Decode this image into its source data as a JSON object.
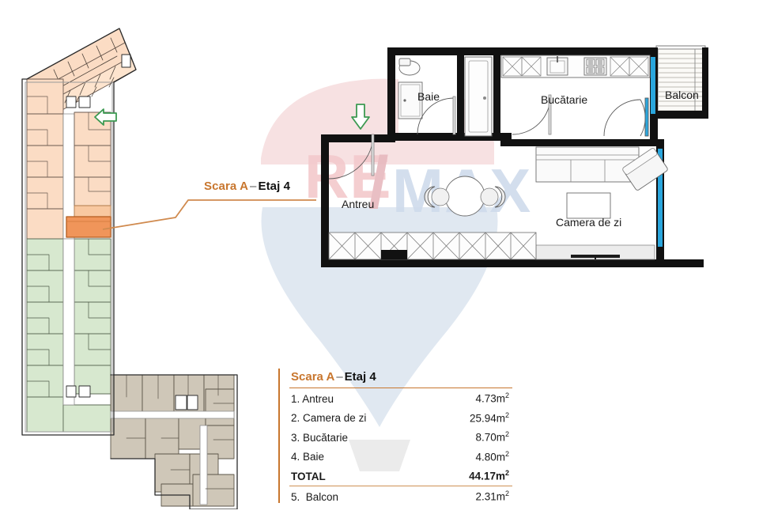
{
  "document": {
    "type": "real-estate-floor-plan",
    "brand_watermark": "RE/MAX"
  },
  "key_plan": {
    "name": "building-key-plan",
    "highlighted_unit": "Scara A - Etaj 4",
    "colors": {
      "peach": "#fbdcc4",
      "peach_stroke": "#6b5a50",
      "highlight_orange": "#f0955a",
      "highlight_stroke": "#b35c1f",
      "green": "#d7e8cf",
      "green_stroke": "#5e6b57",
      "tan": "#cfc7b8",
      "tan_stroke": "#5b5448",
      "outline": "#2b2b2b"
    },
    "direction_arrow": "arrow-left"
  },
  "connector": {
    "color": "#d08a4e",
    "label_scara": "Scara A",
    "label_dash": "–",
    "label_etaj": "Etaj 4"
  },
  "unit_plan": {
    "direction_arrow": "arrow-down",
    "arrow_color": "#3d9a52",
    "wall_color": "#111111",
    "window_color": "#2aa6dd",
    "rooms": [
      {
        "key": "baie",
        "label": "Baie"
      },
      {
        "key": "antreu",
        "label": "Antreu"
      },
      {
        "key": "bucatarie",
        "label": "Bucătarie"
      },
      {
        "key": "camera_de_zi",
        "label": "Camera de zi"
      },
      {
        "key": "balcon",
        "label": "Balcon"
      }
    ]
  },
  "legend": {
    "title_scara": "Scara A",
    "title_dash": "–",
    "title_etaj": "Etaj 4",
    "unit": "m",
    "unit_sup": "2",
    "rows": [
      {
        "index": "1.",
        "name": "Antreu",
        "value": "4.73",
        "unit": "m",
        "sup": "2"
      },
      {
        "index": "2.",
        "name": "Camera de zi",
        "value": "25.94",
        "unit": "m",
        "sup": "2"
      },
      {
        "index": "3.",
        "name": "Bucătarie",
        "value": "8.70",
        "unit": "m",
        "sup": "2"
      },
      {
        "index": "4.",
        "name": "Baie",
        "value": "4.80",
        "unit": "m",
        "sup": "2"
      }
    ],
    "total": {
      "label": "TOTAL",
      "value": "44.17",
      "unit": "m",
      "sup": "2"
    },
    "extra": {
      "index": "5.",
      "name": "Balcon",
      "value": "2.31",
      "unit": "m",
      "sup": "2"
    },
    "accent_color": "#c8762e"
  }
}
